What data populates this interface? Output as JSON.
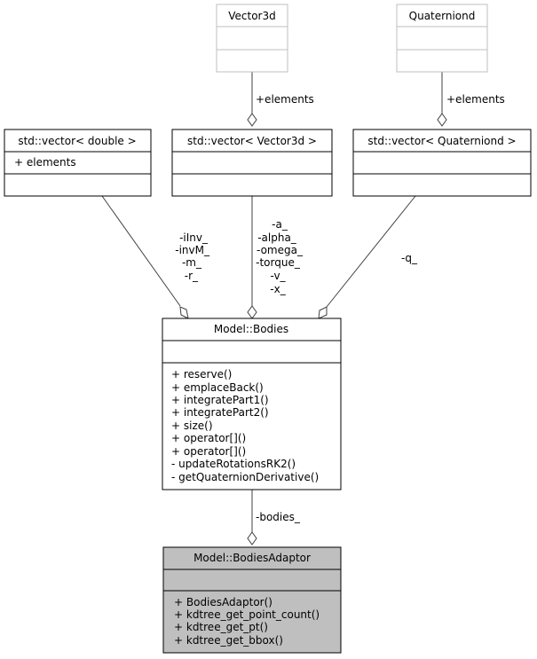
{
  "classes": {
    "vector3d": {
      "name": "Vector3d",
      "attributes": [],
      "methods": []
    },
    "quaterniond": {
      "name": "Quaterniond",
      "attributes": [],
      "methods": []
    },
    "std_vector_double": {
      "name": "std::vector< double >",
      "attributes": [
        "+ elements"
      ],
      "methods": []
    },
    "std_vector_vector3d": {
      "name": "std::vector< Vector3d >",
      "attributes": [],
      "methods": []
    },
    "std_vector_quaterniond": {
      "name": "std::vector< Quaterniond >",
      "attributes": [],
      "methods": []
    },
    "model_bodies": {
      "name": "Model::Bodies",
      "attributes": [],
      "methods": [
        "+ reserve()",
        "+ emplaceBack()",
        "+ integratePart1()",
        "+ integratePart2()",
        "+ size()",
        "+ operator[]()",
        "+ operator[]()",
        "- updateRotationsRK2()",
        "- getQuaternionDerivative()"
      ]
    },
    "model_bodies_adaptor": {
      "name": "Model::BodiesAdaptor",
      "attributes": [],
      "methods": [
        "+ BodiesAdaptor()",
        "+ kdtree_get_point_count()",
        "+ kdtree_get_pt()",
        "+ kdtree_get_bbox()"
      ]
    }
  },
  "edges": {
    "vector3d_to_vec": {
      "label": [
        "+elements"
      ]
    },
    "quat_to_vec": {
      "label": [
        "+elements"
      ]
    },
    "double_to_bodies": {
      "label": [
        "-iInv_",
        "-invM_",
        "-m_",
        "-r_"
      ]
    },
    "vec3d_to_bodies": {
      "label": [
        "-a_",
        "-alpha_",
        "-omega_",
        "-torque_",
        "-v_",
        "-x_"
      ]
    },
    "quat_to_bodies": {
      "label": [
        "-q_"
      ]
    },
    "bodies_to_adaptor": {
      "label": [
        "-bodies_"
      ]
    }
  },
  "colors": {
    "highlight_fill": "#bfbfbf",
    "undocumented_border": "#bfbfbf",
    "border": "#000000",
    "edge": "#404040"
  }
}
